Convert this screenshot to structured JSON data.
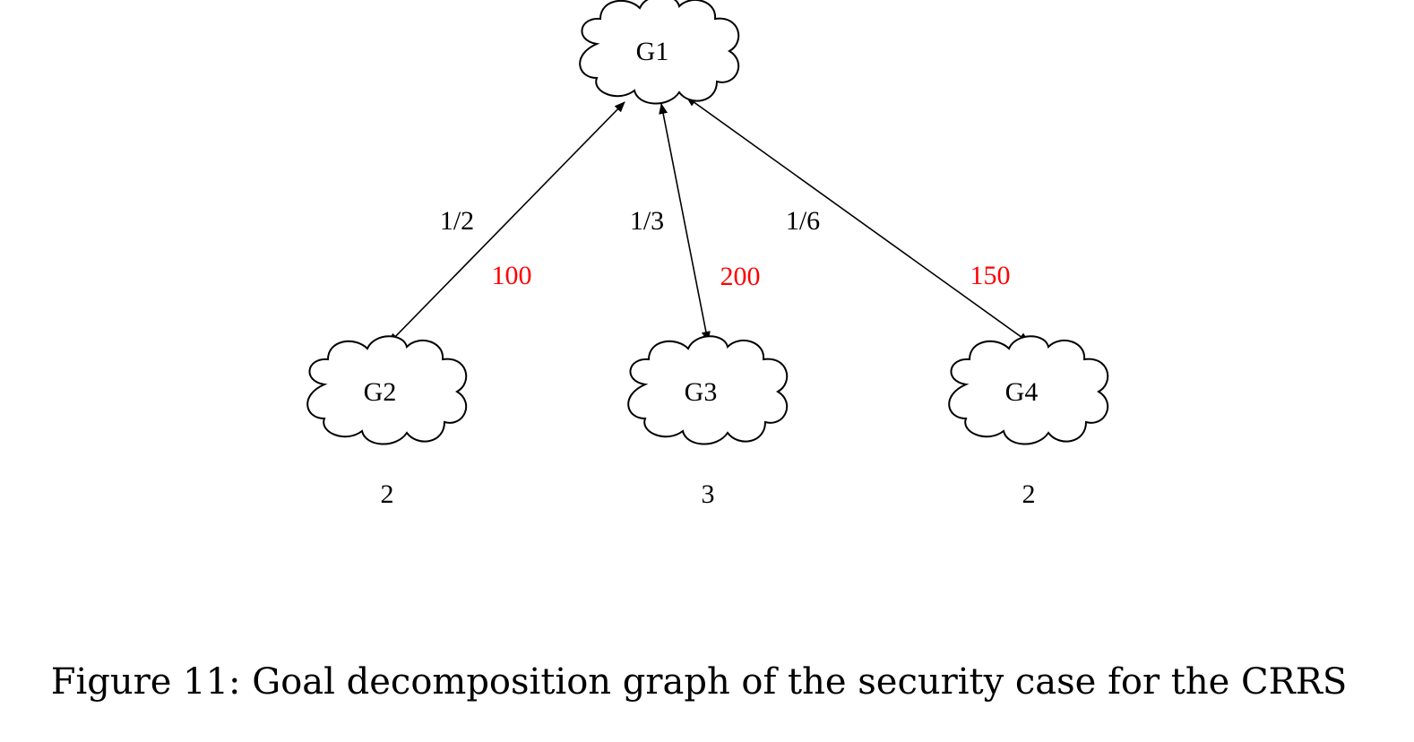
{
  "caption": "Figure 11: Goal decomposition graph of the security case for the CRRS",
  "colors": {
    "cost": "#ff0000",
    "line": "#000000"
  },
  "nodes": [
    {
      "id": "G1",
      "label": "G1",
      "weight": ""
    },
    {
      "id": "G2",
      "label": "G2",
      "weight": "2"
    },
    {
      "id": "G3",
      "label": "G3",
      "weight": "3"
    },
    {
      "id": "G4",
      "label": "G4",
      "weight": "2"
    }
  ],
  "edges": [
    {
      "from": "G1",
      "to": "G2",
      "ratio": "1/2",
      "cost": "100"
    },
    {
      "from": "G1",
      "to": "G3",
      "ratio": "1/3",
      "cost": "200"
    },
    {
      "from": "G1",
      "to": "G4",
      "ratio": "1/6",
      "cost": "150"
    }
  ]
}
